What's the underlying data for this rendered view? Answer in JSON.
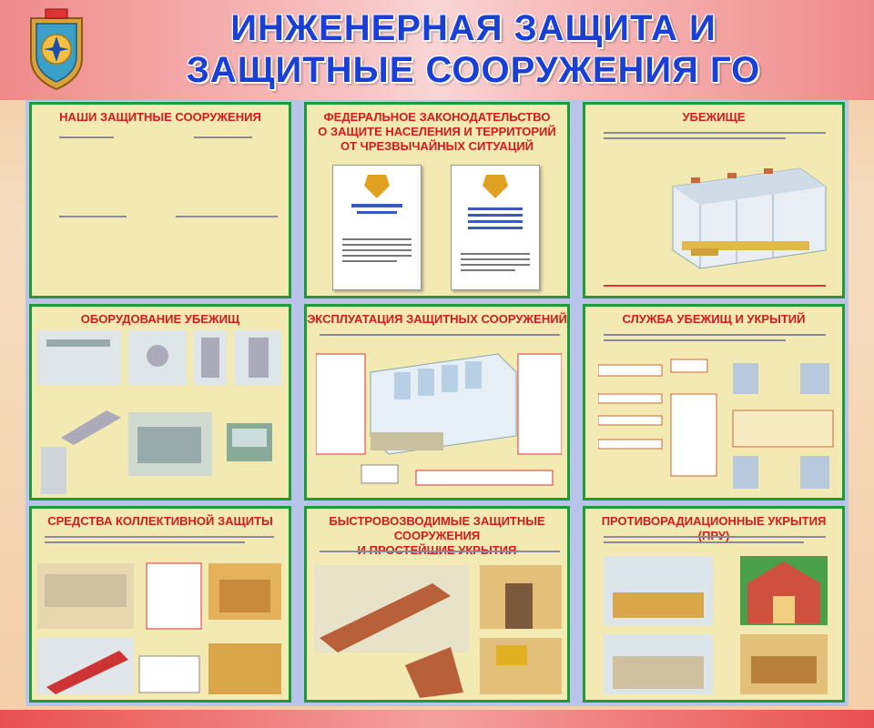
{
  "title": {
    "line1": "ИНЖЕНЕРНАЯ ЗАЩИТА И",
    "line2": "ЗАЩИТНЫЕ СООРУЖЕНИЯ ГО"
  },
  "panels": [
    {
      "id": "p1",
      "title": [
        "НАШИ ЗАЩИТНЫЕ СООРУЖЕНИЯ"
      ]
    },
    {
      "id": "p2",
      "title": [
        "ФЕДЕРАЛЬНОЕ ЗАКОНОДАТЕЛЬСТВО",
        "О ЗАЩИТЕ НАСЕЛЕНИЯ И ТЕРРИТОРИЙ",
        "ОТ ЧРЕЗВЫЧАЙНЫХ СИТУАЦИЙ"
      ]
    },
    {
      "id": "p3",
      "title": [
        "УБЕЖИЩЕ"
      ]
    },
    {
      "id": "p4",
      "title": [
        "ОБОРУДОВАНИЕ УБЕЖИЩ"
      ]
    },
    {
      "id": "p5",
      "title": [
        "ЭКСПЛУАТАЦИЯ ЗАЩИТНЫХ СООРУЖЕНИЙ"
      ]
    },
    {
      "id": "p6",
      "title": [
        "СЛУЖБА УБЕЖИЩ И УКРЫТИЙ"
      ]
    },
    {
      "id": "p7",
      "title": [
        "СРЕДСТВА КОЛЛЕКТИВНОЙ ЗАЩИТЫ"
      ]
    },
    {
      "id": "p8",
      "title": [
        "БЫСТРОВОЗВОДИМЫЕ ЗАЩИТНЫЕ СООРУЖЕНИЯ",
        "И ПРОСТЕЙШИЕ УКРЫТИЯ"
      ]
    },
    {
      "id": "p9",
      "title": [
        "ПРОТИВОРАДИАЦИОННЫЕ УКРЫТИЯ (ПРУ)"
      ]
    }
  ],
  "colors": {
    "title": "#1a3fd6",
    "panel_title": "#d21b1b",
    "panel_border": "#1f9a3a",
    "panel_bg": "#f3e9b2"
  }
}
